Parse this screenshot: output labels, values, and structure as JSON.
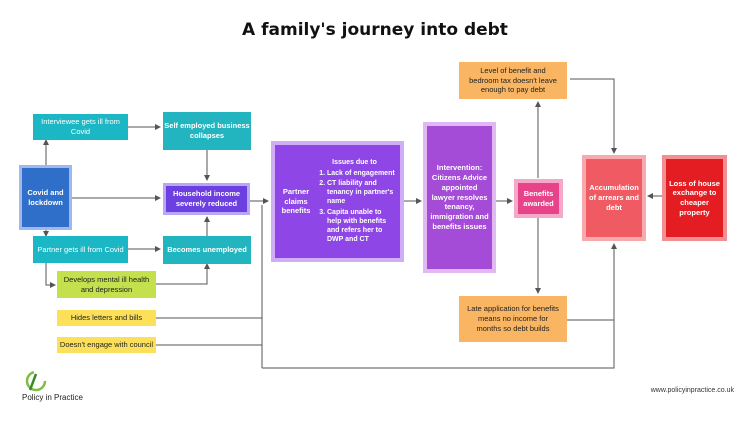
{
  "title": "A family's journey into debt",
  "nodes": {
    "interviewee_ill": "Interviewee gets ill from Covid",
    "covid_lockdown": "Covid and lockdown",
    "partner_ill": "Partner gets ill from Covid",
    "self_employed": "Self employed business collapses",
    "household_income": "Household income severely reduced",
    "becomes_unemployed": "Becomes unemployed",
    "mental_health": "Develops mental ill health and depression",
    "hides_letters": "Hides letters and bills",
    "no_engage": "Doesn't engage with council",
    "partner_claims": "Partner claims benefits",
    "issues_title": "Issues due to",
    "issues": [
      "Lack of engagement",
      "CT liability and tenancy in partner's name",
      "Capita unable to help with benefits and refers her to DWP and CT"
    ],
    "intervention": "Intervention: Citizens Advice appointed lawyer resolves tenancy, immigration and benefits issues",
    "benefits_awarded": "Benefits awarded",
    "level_benefit": "Level of benefit and bedroom tax doesn't leave enough to pay debt",
    "late_application": "Late application for benefits means no income for months so debt builds",
    "accumulation": "Accumulation of arrears and debt",
    "loss_house": "Loss of house exchange to cheaper property"
  },
  "footer": {
    "url": "www.policyinpractice.co.uk",
    "logo_text": "Policy in Practice"
  },
  "colors": {
    "teal": "#1bb7c4",
    "blue": "#2f6fc9",
    "purple": "#6c3fe0",
    "violet": "#8e47e6",
    "pink": "#e8428b",
    "salmon": "#f05a62",
    "red": "#e41d22",
    "lime": "#c4e04d",
    "yellow": "#fde05a",
    "orange": "#f9b562",
    "line": "#555555"
  }
}
